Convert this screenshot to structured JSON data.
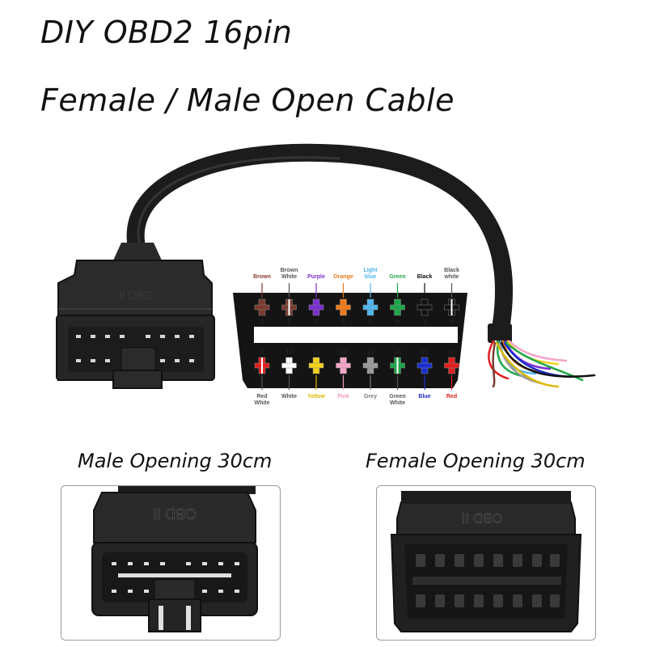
{
  "title_line1": "DIY OBD2 16pin",
  "title_line2": "Female / Male Open Cable",
  "caption_male": "Male Opening 30cm",
  "caption_female": "Female Opening 30cm",
  "connector_marking": "OBD II",
  "pins_top": [
    {
      "num": "1",
      "label": [
        "Brown"
      ],
      "color": "#7a3b2e",
      "label_color": "#8a3b2e",
      "stripe": false
    },
    {
      "num": "2",
      "label": [
        "Brown",
        "White"
      ],
      "color": "#7a3b2e",
      "label_color": "#555555",
      "stripe": true
    },
    {
      "num": "3",
      "label": [
        "Purple"
      ],
      "color": "#7b2fd0",
      "label_color": "#7b2fd0",
      "stripe": false
    },
    {
      "num": "4",
      "label": [
        "Orange"
      ],
      "color": "#f07a1a",
      "label_color": "#f07a1a",
      "stripe": false
    },
    {
      "num": "5",
      "label": [
        "Light",
        "blue"
      ],
      "color": "#4fb6f0",
      "label_color": "#4fb6f0",
      "stripe": false
    },
    {
      "num": "6",
      "label": [
        "Green"
      ],
      "color": "#1fa64a",
      "label_color": "#1fa64a",
      "stripe": false
    },
    {
      "num": "7",
      "label": [
        "Black"
      ],
      "color": "#111111",
      "label_color": "#111111",
      "stripe": false
    },
    {
      "num": "8",
      "label": [
        "Black",
        "white"
      ],
      "color": "#111111",
      "label_color": "#555555",
      "stripe": true
    }
  ],
  "pins_bottom": [
    {
      "num": "9",
      "label": [
        "Red",
        "White"
      ],
      "color": "#e02020",
      "label_color": "#555555",
      "stripe": true
    },
    {
      "num": "10",
      "label": [
        "White"
      ],
      "color": "#ffffff",
      "label_color": "#555555",
      "stripe": false
    },
    {
      "num": "11",
      "label": [
        "Yellow"
      ],
      "color": "#f2d21b",
      "label_color": "#e0b800",
      "stripe": false
    },
    {
      "num": "12",
      "label": [
        "Pink"
      ],
      "color": "#f4a6c8",
      "label_color": "#f09ac0",
      "stripe": false
    },
    {
      "num": "13",
      "label": [
        "Grey"
      ],
      "color": "#9a9a9a",
      "label_color": "#777777",
      "stripe": false
    },
    {
      "num": "14",
      "label": [
        "Green",
        "White"
      ],
      "color": "#1fa64a",
      "label_color": "#555555",
      "stripe": true
    },
    {
      "num": "15",
      "label": [
        "Blue"
      ],
      "color": "#1a2fd0",
      "label_color": "#1a2fd0",
      "stripe": false
    },
    {
      "num": "16",
      "label": [
        "Red"
      ],
      "color": "#e02020",
      "label_color": "#e02020",
      "stripe": false
    }
  ]
}
